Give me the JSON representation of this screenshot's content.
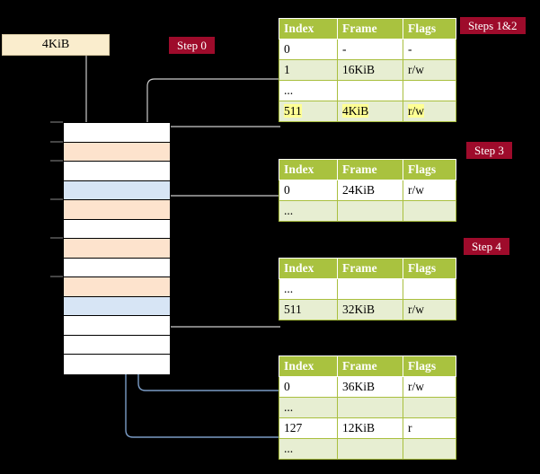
{
  "diagram": {
    "source_box": {
      "label": "4KiB"
    },
    "badges": [
      {
        "id": "step0",
        "label": "Step 0"
      },
      {
        "id": "steps12",
        "label": "Steps 1&2"
      },
      {
        "id": "step3",
        "label": "Step 3"
      },
      {
        "id": "step4",
        "label": "Step 4"
      }
    ],
    "memory_column": {
      "cells": [
        {
          "fill": "white"
        },
        {
          "fill": "orange"
        },
        {
          "fill": "white"
        },
        {
          "fill": "blue"
        },
        {
          "fill": "orange"
        },
        {
          "fill": "white"
        },
        {
          "fill": "orange"
        },
        {
          "fill": "white"
        },
        {
          "fill": "orange"
        },
        {
          "fill": "blue"
        },
        {
          "fill": "white"
        },
        {
          "fill": "white"
        },
        {
          "fill": "white"
        }
      ]
    },
    "tables": [
      {
        "id": "table-1",
        "headers": [
          "Index",
          "Frame",
          "Flags"
        ],
        "rows": [
          {
            "style": "plain",
            "cells": [
              "0",
              "-",
              "-"
            ],
            "highlight": [
              false,
              false,
              false
            ]
          },
          {
            "style": "alt",
            "cells": [
              "1",
              "16KiB",
              "r/w"
            ],
            "highlight": [
              false,
              false,
              false
            ]
          },
          {
            "style": "plain",
            "cells": [
              "...",
              "",
              ""
            ],
            "highlight": [
              false,
              false,
              false
            ]
          },
          {
            "style": "alt",
            "cells": [
              "511",
              "4KiB",
              "r/w"
            ],
            "highlight": [
              true,
              true,
              true
            ]
          }
        ]
      },
      {
        "id": "table-2",
        "headers": [
          "Index",
          "Frame",
          "Flags"
        ],
        "rows": [
          {
            "style": "plain",
            "cells": [
              "0",
              "24KiB",
              "r/w"
            ],
            "highlight": [
              false,
              false,
              false
            ]
          },
          {
            "style": "alt",
            "cells": [
              "...",
              "",
              ""
            ],
            "highlight": [
              false,
              false,
              false
            ]
          }
        ]
      },
      {
        "id": "table-3",
        "headers": [
          "Index",
          "Frame",
          "Flags"
        ],
        "rows": [
          {
            "style": "plain",
            "cells": [
              "...",
              "",
              ""
            ],
            "highlight": [
              false,
              false,
              false
            ]
          },
          {
            "style": "alt",
            "cells": [
              "511",
              "32KiB",
              "r/w"
            ],
            "highlight": [
              false,
              false,
              false
            ]
          }
        ]
      },
      {
        "id": "table-4",
        "headers": [
          "Index",
          "Frame",
          "Flags"
        ],
        "rows": [
          {
            "style": "plain",
            "cells": [
              "0",
              "36KiB",
              "r/w"
            ],
            "highlight": [
              false,
              false,
              false
            ]
          },
          {
            "style": "alt",
            "cells": [
              "...",
              "",
              ""
            ],
            "highlight": [
              false,
              false,
              false
            ]
          },
          {
            "style": "plain",
            "cells": [
              "127",
              "12KiB",
              "r"
            ],
            "highlight": [
              false,
              false,
              false
            ]
          },
          {
            "style": "alt",
            "cells": [
              "...",
              "",
              ""
            ],
            "highlight": [
              false,
              false,
              false
            ]
          }
        ]
      }
    ],
    "colors": {
      "badge": "#9e0b2b",
      "table_header": "#a9c23f",
      "table_alt_row": "#e7eed2",
      "highlight": "#ffff94",
      "source_box": "#faedcd",
      "mem_orange": "#fde3cd",
      "mem_blue": "#d7e5f5",
      "wire_gray": "#c9c9c9",
      "wire_blue": "#7a9cc6"
    }
  }
}
